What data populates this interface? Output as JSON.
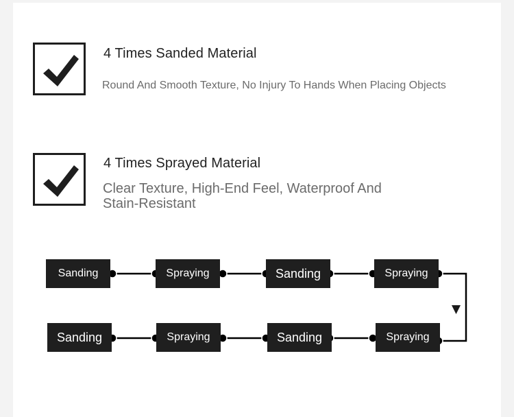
{
  "features": [
    {
      "title": "4 Times Sanded Material",
      "description": "Round And Smooth Texture, No Injury To Hands When Placing Objects"
    },
    {
      "title": "4 Times Sprayed Material",
      "description_line1": "Clear Texture, High-End Feel, Waterproof And",
      "description_line2": "Stain-Resistant"
    }
  ],
  "process": {
    "row1": [
      "Sanding",
      "Spraying",
      "Sanding",
      "Spraying"
    ],
    "row2": [
      "Sanding",
      "Spraying",
      "Sanding",
      "Spraying"
    ]
  },
  "colors": {
    "box_fill": "#1f1f1f",
    "box_text": "#ffffff",
    "line": "#000000",
    "title_text": "#222222",
    "desc_text": "#6b6b6b"
  },
  "icons": {
    "feature_check": "checkmark-icon",
    "flow_arrow": "triangle-down-icon"
  }
}
